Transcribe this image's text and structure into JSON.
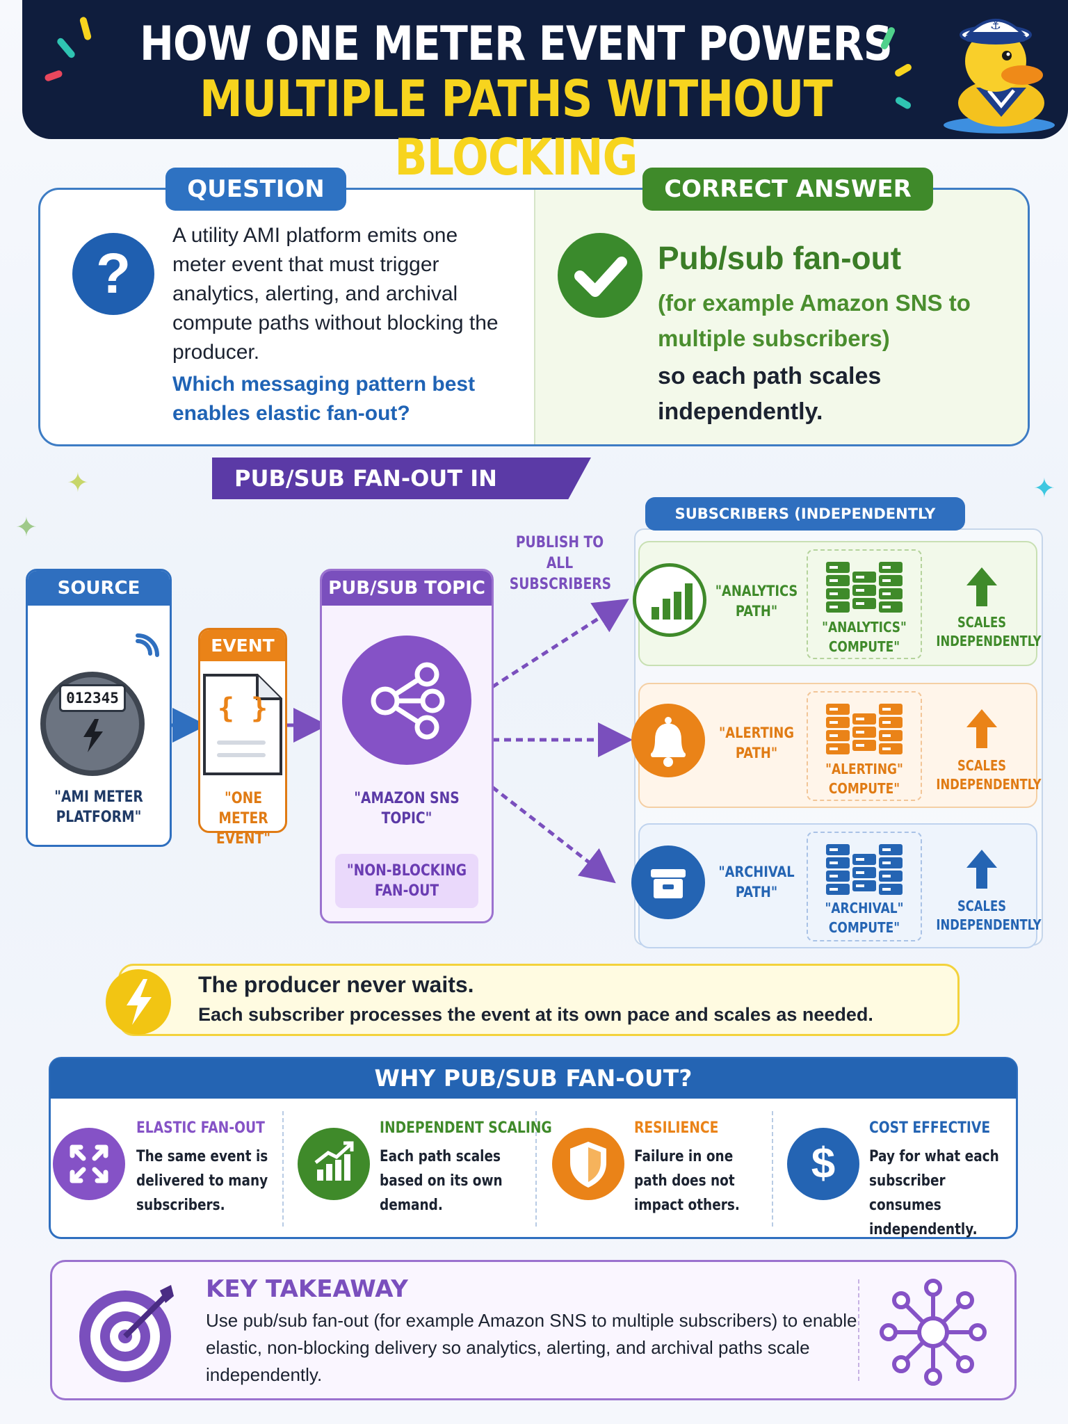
{
  "header": {
    "title_line1": "HOW ONE METER EVENT POWERS",
    "title_line2": "MULTIPLE PATHS WITHOUT BLOCKING"
  },
  "question": {
    "pill": "QUESTION",
    "text": "A utility AMI platform emits one meter event that must trigger analytics, alerting, and archival compute paths without blocking the producer.",
    "ask": "Which messaging pattern best enables elastic fan-out?"
  },
  "answer": {
    "pill": "CORRECT ANSWER",
    "title": "Pub/sub fan-out",
    "subtitle": "(for example Amazon SNS to multiple subscribers)",
    "tail": "so each path scales independently."
  },
  "fanout": {
    "banner": "PUB/SUB FAN-OUT IN ACTION",
    "source": {
      "head": "SOURCE",
      "digits": "012345",
      "label": "\"AMI METER PLATFORM\""
    },
    "event": {
      "head": "EVENT",
      "glyph": "{ }",
      "label": "\"ONE METER EVENT\""
    },
    "topic": {
      "head": "PUB/SUB TOPIC",
      "label": "\"AMAZON SNS TOPIC\"",
      "note": "\"NON-BLOCKING FAN-OUT"
    },
    "publish_label": "PUBLISH TO ALL SUBSCRIBERS",
    "subscribers_banner": "SUBSCRIBERS (INDEPENDENTLY SCALABLE)",
    "subscribers": [
      {
        "name": "\"ANALYTICS PATH\"",
        "compute": "\"ANALYTICS\" COMPUTE\"",
        "scale": "SCALES INDEPENDENTLY",
        "color": "#3f8a2a",
        "icon": "bar-chart-icon"
      },
      {
        "name": "\"ALERTING PATH\"",
        "compute": "\"ALERTING\" COMPUTE\"",
        "scale": "SCALES INDEPENDENTLY",
        "color": "#ea8318",
        "icon": "bell-icon"
      },
      {
        "name": "\"ARCHIVAL PATH\"",
        "compute": "\"ARCHIVAL\" COMPUTE\"",
        "scale": "SCALES INDEPENDENTLY",
        "color": "#2464b3",
        "icon": "archive-box-icon"
      }
    ]
  },
  "producer": {
    "title": "The producer never waits.",
    "subtitle": "Each subscriber processes the event at its own pace and scales as needed."
  },
  "why": {
    "title": "WHY PUB/SUB FAN-OUT?",
    "items": [
      {
        "title": "ELASTIC FAN-OUT",
        "text": "The same event is delivered to many subscribers.",
        "color": "#8552c6",
        "icon": "expand-arrows-icon"
      },
      {
        "title": "INDEPENDENT SCALING",
        "text": "Each path scales based on its own demand.",
        "color": "#3f8a2a",
        "icon": "growth-chart-icon"
      },
      {
        "title": "RESILIENCE",
        "text": "Failure in one path does not impact others.",
        "color": "#ea8318",
        "icon": "shield-icon"
      },
      {
        "title": "COST EFFECTIVE",
        "text": "Pay for what each subscriber consumes independently.",
        "color": "#2464b3",
        "icon": "dollar-icon"
      }
    ]
  },
  "takeaway": {
    "title": "KEY TAKEAWAY",
    "text": "Use pub/sub fan-out (for example Amazon SNS to multiple subscribers) to enable elastic, non-blocking delivery so analytics, alerting, and archival paths scale independently."
  },
  "colors": {
    "navy": "#0f1d3d",
    "yellow": "#f7d41e",
    "blue": "#2f6fbf",
    "green": "#3f8a2a",
    "orange": "#ea8318",
    "purple": "#7a4fbd"
  }
}
